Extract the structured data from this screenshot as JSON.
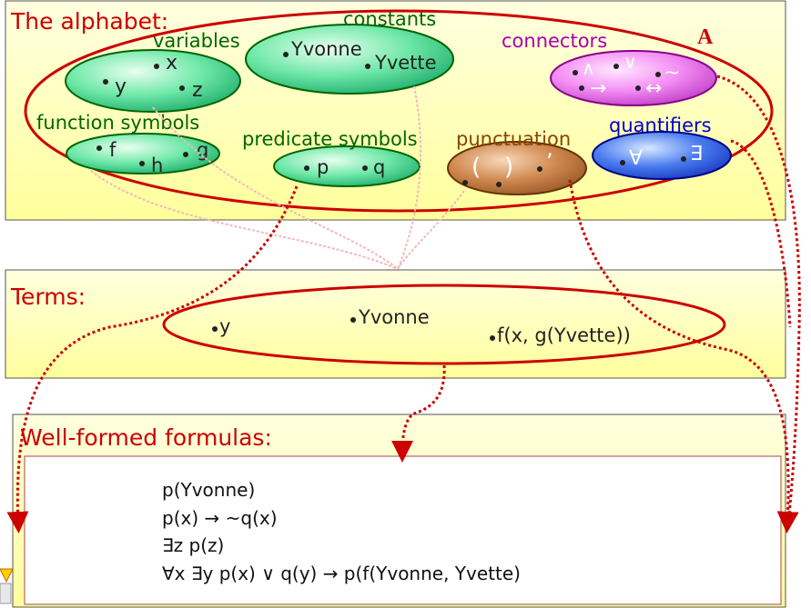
{
  "alphabet": {
    "title": "The alphabet:",
    "set_symbol": "A",
    "variables": {
      "label": "variables",
      "items": [
        "x",
        "y",
        "z"
      ]
    },
    "constants": {
      "label": "constants",
      "items": [
        "Yvonne",
        "Yvette"
      ]
    },
    "connectors": {
      "label": "connectors",
      "items": [
        "∧",
        "∨",
        "~",
        "→",
        "↔"
      ]
    },
    "function_symbols": {
      "label": "function symbols",
      "items": [
        "f",
        "h",
        "g"
      ]
    },
    "predicate_symbols": {
      "label": "predicate symbols",
      "items": [
        "p",
        "q"
      ]
    },
    "punctuation": {
      "label": "punctuation",
      "items": [
        "(",
        ")",
        "’"
      ]
    },
    "quantifiers": {
      "label": "quantifiers",
      "items": [
        "∀",
        "∃"
      ]
    }
  },
  "terms": {
    "title": "Terms:",
    "items": [
      "y",
      "Yvonne",
      "f(x, g(Yvette))"
    ]
  },
  "wff": {
    "title": "Well-formed formulas:",
    "lines": [
      "p(Yvonne)",
      "p(x) → ~q(x)",
      "∃z p(z)",
      "∀x ∃y p(x) ∨ q(y) → p(f(Yvonne, Yvette)"
    ]
  },
  "colors": {
    "panel_fill": "#ffffc8",
    "title_red": "#cc0000",
    "green_text": "#006600",
    "magenta_text": "#aa00aa",
    "brown_text": "#884400",
    "blue_text": "#0000cc"
  }
}
